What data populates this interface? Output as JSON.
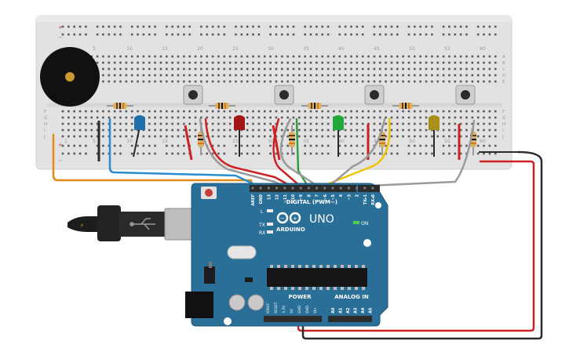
{
  "breadboard": {
    "column_numbers": [
      "5",
      "10",
      "15",
      "20",
      "25",
      "30",
      "35",
      "40",
      "45",
      "50",
      "55",
      "60"
    ],
    "bottom_column_numbers": [
      "1",
      "5",
      "10",
      "15",
      "20",
      "25",
      "30",
      "35",
      "40",
      "45",
      "50",
      "55",
      "60"
    ],
    "row_letters_right": [
      "A",
      "B",
      "C",
      "D",
      "E",
      "F",
      "G",
      "H",
      "I",
      "J"
    ],
    "row_letters_left": [
      "F",
      "G",
      "H",
      "I",
      "J"
    ]
  },
  "arduino": {
    "logo_text": "ARDUINO",
    "model": "UNO",
    "on_label": "ON",
    "header_label": "DIGITAL (PWM~)",
    "digital_pins": [
      "AREF",
      "GND",
      "13",
      "12",
      "~11",
      "~10",
      "~9",
      "8",
      "7",
      "~6",
      "~5",
      "4",
      "~3",
      "2",
      "TX▸1",
      "RX◂0"
    ],
    "power_label": "POWER",
    "power_pins": [
      "IOREF",
      "RESET",
      "3.3V",
      "5V",
      "GND",
      "GND",
      "Vin"
    ],
    "analog_label": "ANALOG IN",
    "analog_pins": [
      "A0",
      "A1",
      "A2",
      "A3",
      "A4",
      "A5"
    ],
    "led_labels": [
      "L",
      "TX",
      "RX"
    ]
  },
  "colors": {
    "board": "#2a6f97",
    "breadboard": "#e2e2e2",
    "wire_red": "#cc2222",
    "wire_black": "#2b2b2b",
    "wire_orange": "#e58a14",
    "wire_blue": "#2a8ccf",
    "wire_yellow": "#f0c400",
    "wire_green": "#2ea043",
    "wire_gray": "#9a9a9a",
    "led_blue": "#1f6fa8",
    "led_red": "#a31616",
    "led_green": "#22a838",
    "led_yellow": "#a8901a"
  }
}
